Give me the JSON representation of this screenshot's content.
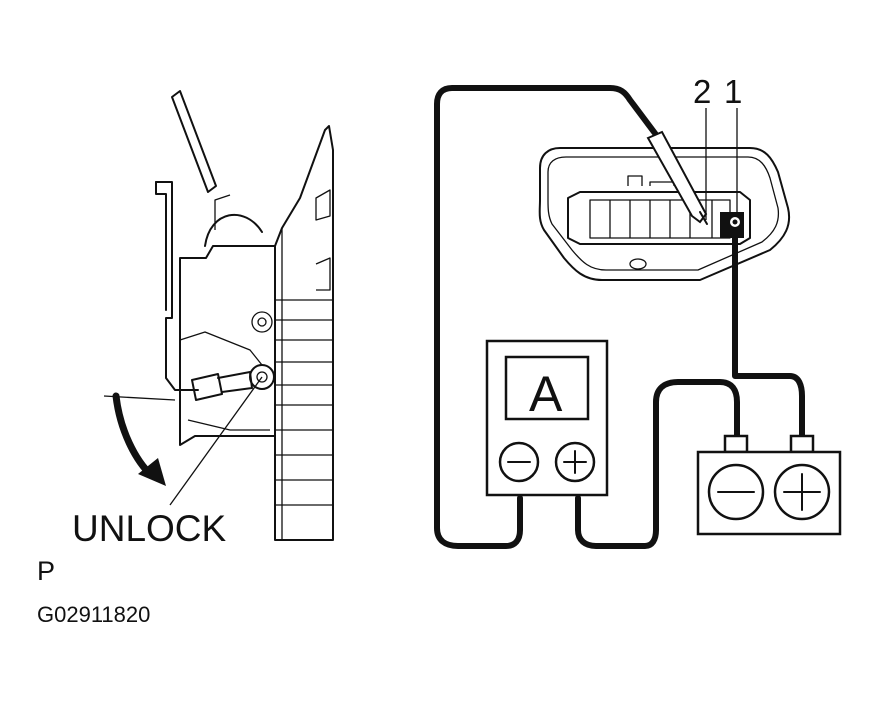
{
  "labels": {
    "unlock": "UNLOCK",
    "view_letter": "P",
    "figure_code": "G02911820",
    "ammeter_symbol": "A",
    "terminal_2": "2",
    "terminal_1": "1",
    "minus_sign": "−",
    "plus_sign": "+"
  },
  "icons": [
    "door-lock-actuator-icon",
    "connector-icon",
    "ammeter-icon",
    "battery-icon",
    "unlock-arrow-icon"
  ]
}
